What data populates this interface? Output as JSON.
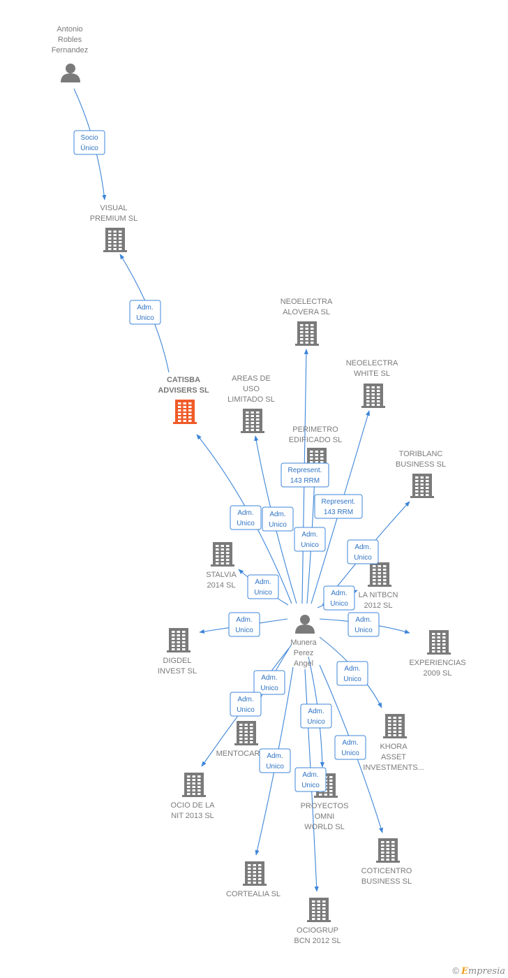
{
  "colors": {
    "edge": "#3d85d8",
    "building": "#7a7a7a",
    "focus_building": "#f05a28",
    "person": "#7a7a7a"
  },
  "center": {
    "id": "munera",
    "label": [
      "Munera",
      "Perez",
      "Angel"
    ]
  },
  "nodes": [
    {
      "id": "antonio",
      "type": "person",
      "label": [
        "Antonio",
        "Robles",
        "Fernandez"
      ]
    },
    {
      "id": "visual",
      "type": "company",
      "label": [
        "VISUAL",
        "PREMIUM  SL"
      ]
    },
    {
      "id": "catisba",
      "type": "company",
      "focus": true,
      "label": [
        "CATISBA",
        "ADVISERS  SL"
      ]
    },
    {
      "id": "areas",
      "type": "company",
      "label": [
        "AREAS DE",
        "USO",
        "LIMITADO  SL"
      ]
    },
    {
      "id": "neoalovera",
      "type": "company",
      "label": [
        "NEOELECTRA",
        "ALOVERA SL"
      ]
    },
    {
      "id": "neowhite",
      "type": "company",
      "label": [
        "NEOELECTRA",
        "WHITE SL"
      ]
    },
    {
      "id": "perimetro",
      "type": "company",
      "label": [
        "PERIMETRO",
        "EDIFICADO  SL"
      ]
    },
    {
      "id": "toriblanc",
      "type": "company",
      "label": [
        "TORIBLANC",
        "BUSINESS  SL"
      ]
    },
    {
      "id": "stalvia",
      "type": "company",
      "label": [
        "STALVIA",
        "2014  SL"
      ]
    },
    {
      "id": "lanitbcn",
      "type": "company",
      "label": [
        "LA NITBCN",
        "2012 SL"
      ]
    },
    {
      "id": "digdel",
      "type": "company",
      "label": [
        "DIGDEL",
        "INVEST  SL"
      ]
    },
    {
      "id": "experiencias",
      "type": "company",
      "label": [
        "EXPERIENCIAS",
        "2009 SL"
      ]
    },
    {
      "id": "khora",
      "type": "company",
      "label": [
        "KHORA",
        "ASSET",
        "INVESTMENTS..."
      ]
    },
    {
      "id": "mentocar",
      "type": "company",
      "label": [
        "MENTOCAR"
      ]
    },
    {
      "id": "ocio",
      "type": "company",
      "label": [
        "OCIO DE LA",
        "NIT 2013 SL"
      ]
    },
    {
      "id": "proyectos",
      "type": "company",
      "label": [
        "PROYECTOS",
        "OMNI",
        "WORLD SL"
      ]
    },
    {
      "id": "coticentro",
      "type": "company",
      "label": [
        "COTICENTRO",
        "BUSINESS  SL"
      ]
    },
    {
      "id": "cortealia",
      "type": "company",
      "label": [
        "CORTEALIA  SL"
      ]
    },
    {
      "id": "ociogrup",
      "type": "company",
      "label": [
        "OCIOGRUP",
        "BCN 2012 SL"
      ]
    }
  ],
  "edges": [
    {
      "from": "antonio",
      "to": "visual",
      "label": [
        "Socio",
        "Único"
      ]
    },
    {
      "from": "catisba",
      "to": "visual",
      "label": [
        "Adm.",
        "Unico"
      ]
    },
    {
      "from": "munera",
      "to": "catisba",
      "label": [
        "Adm.",
        "Unico"
      ]
    },
    {
      "from": "munera",
      "to": "areas",
      "label": [
        "Adm.",
        "Unico"
      ]
    },
    {
      "from": "munera",
      "to": "neoalovera",
      "label": [
        "Represent.",
        "143 RRM"
      ]
    },
    {
      "from": "munera",
      "to": "perimetro",
      "label": [
        "Adm.",
        "Unico"
      ]
    },
    {
      "from": "munera",
      "to": "neowhite",
      "label": [
        "Represent.",
        "143 RRM"
      ]
    },
    {
      "from": "munera",
      "to": "toriblanc",
      "label": [
        "Adm.",
        "Unico"
      ]
    },
    {
      "from": "munera",
      "to": "stalvia",
      "label": [
        "Adm.",
        "Unico"
      ]
    },
    {
      "from": "munera",
      "to": "lanitbcn",
      "label": [
        "Adm.",
        "Unico"
      ]
    },
    {
      "from": "munera",
      "to": "digdel",
      "label": [
        "Adm.",
        "Unico"
      ]
    },
    {
      "from": "munera",
      "to": "experiencias",
      "label": [
        "Adm.",
        "Unico"
      ]
    },
    {
      "from": "munera",
      "to": "khora",
      "label": [
        "Adm.",
        "Unico"
      ]
    },
    {
      "from": "munera",
      "to": "mentocar",
      "label": [
        "Adm.",
        "Unico"
      ]
    },
    {
      "from": "munera",
      "to": "ocio",
      "label": [
        "Adm.",
        "Unico"
      ]
    },
    {
      "from": "munera",
      "to": "proyectos",
      "label": [
        "Adm.",
        "Unico"
      ]
    },
    {
      "from": "munera",
      "to": "coticentro",
      "label": [
        "Adm.",
        "Unico"
      ]
    },
    {
      "from": "munera",
      "to": "cortealia",
      "label": [
        "Adm.",
        "Unico"
      ]
    },
    {
      "from": "munera",
      "to": "ociogrup",
      "label": [
        "Adm.",
        "Unico"
      ]
    }
  ],
  "footer": {
    "copyright": "©",
    "brand_initial": "E",
    "brand_rest": "mpresia"
  }
}
